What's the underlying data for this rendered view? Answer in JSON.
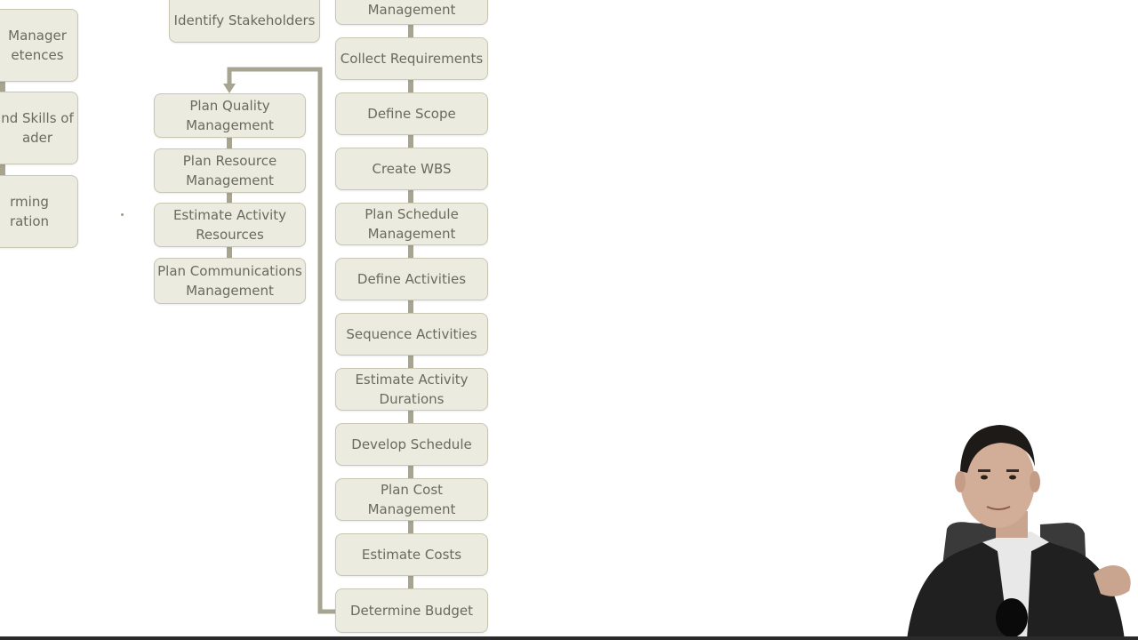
{
  "diagram": {
    "left_column": [
      {
        "id": "lc1",
        "label": "Manager\netences"
      },
      {
        "id": "lc2",
        "label": "nd Skills of\nader"
      },
      {
        "id": "lc3",
        "label": "rming\nration"
      }
    ],
    "middle_top": {
      "label": "Identify Stakeholders"
    },
    "middle_column": [
      {
        "id": "m1",
        "label": "Plan Quality\nManagement"
      },
      {
        "id": "m2",
        "label": "Plan Resource\nManagement"
      },
      {
        "id": "m3",
        "label": "Estimate Activity\nResources"
      },
      {
        "id": "m4",
        "label": "Plan Communications\nManagement"
      }
    ],
    "right_column": [
      {
        "id": "r0",
        "label": "Management"
      },
      {
        "id": "r1",
        "label": "Collect Requirements"
      },
      {
        "id": "r2",
        "label": "Define Scope"
      },
      {
        "id": "r3",
        "label": "Create WBS"
      },
      {
        "id": "r4",
        "label": "Plan Schedule\nManagement"
      },
      {
        "id": "r5",
        "label": "Define Activities"
      },
      {
        "id": "r6",
        "label": "Sequence Activities"
      },
      {
        "id": "r7",
        "label": "Estimate Activity\nDurations"
      },
      {
        "id": "r8",
        "label": "Develop Schedule"
      },
      {
        "id": "r9",
        "label": "Plan Cost\nManagement"
      },
      {
        "id": "r10",
        "label": "Estimate Costs"
      },
      {
        "id": "r11",
        "label": "Determine Budget"
      }
    ],
    "colors": {
      "box_fill": "#ecebdf",
      "box_border": "#c9c6b3",
      "text": "#6a6a5e",
      "connector": "#a7a491"
    }
  },
  "presenter": {
    "icon": "person-video-overlay"
  }
}
